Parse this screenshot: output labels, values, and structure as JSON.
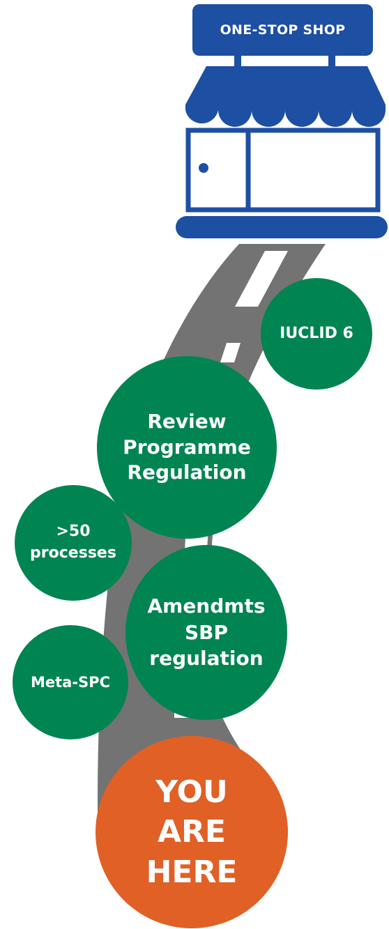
{
  "shop": {
    "sign_label": "ONE-STOP SHOP",
    "icon": "storefront-icon"
  },
  "road": {
    "icon": "road-icon"
  },
  "milestones": {
    "iuclid": "IUCLID 6",
    "review": [
      "Review",
      "Programme",
      "Regulation"
    ],
    "processes": [
      ">50",
      "processes"
    ],
    "amendments": [
      "Amendmts",
      "SBP",
      "regulation"
    ],
    "meta_spc": "Meta-SPC"
  },
  "you_are_here": [
    "YOU",
    "ARE",
    "HERE"
  ],
  "colors": {
    "shop_blue": "#1d4fa3",
    "bubble_green": "#008452",
    "here_orange": "#e06026",
    "road_gray": "#737373"
  }
}
